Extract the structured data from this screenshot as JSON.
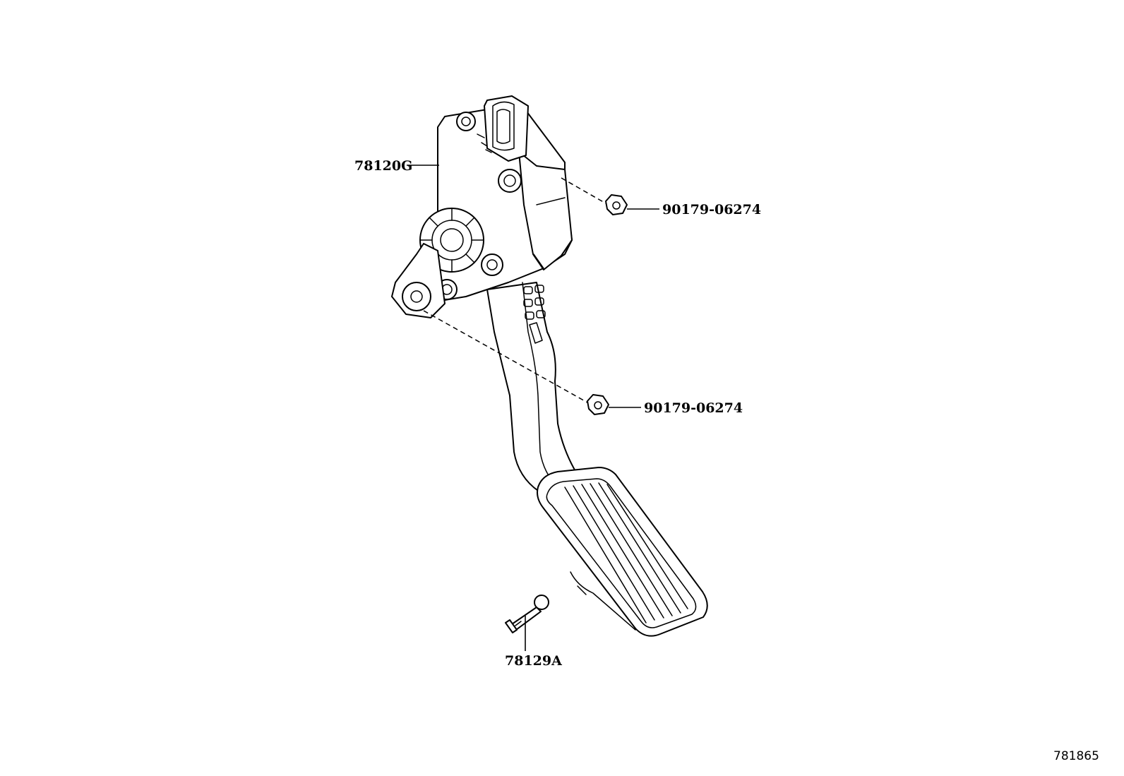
{
  "callouts": {
    "pedal_assembly": "78120G",
    "nut_upper": "90179-06274",
    "nut_lower": "90179-06274",
    "stopper_bolt": "78129A"
  },
  "figure_id": "781865"
}
